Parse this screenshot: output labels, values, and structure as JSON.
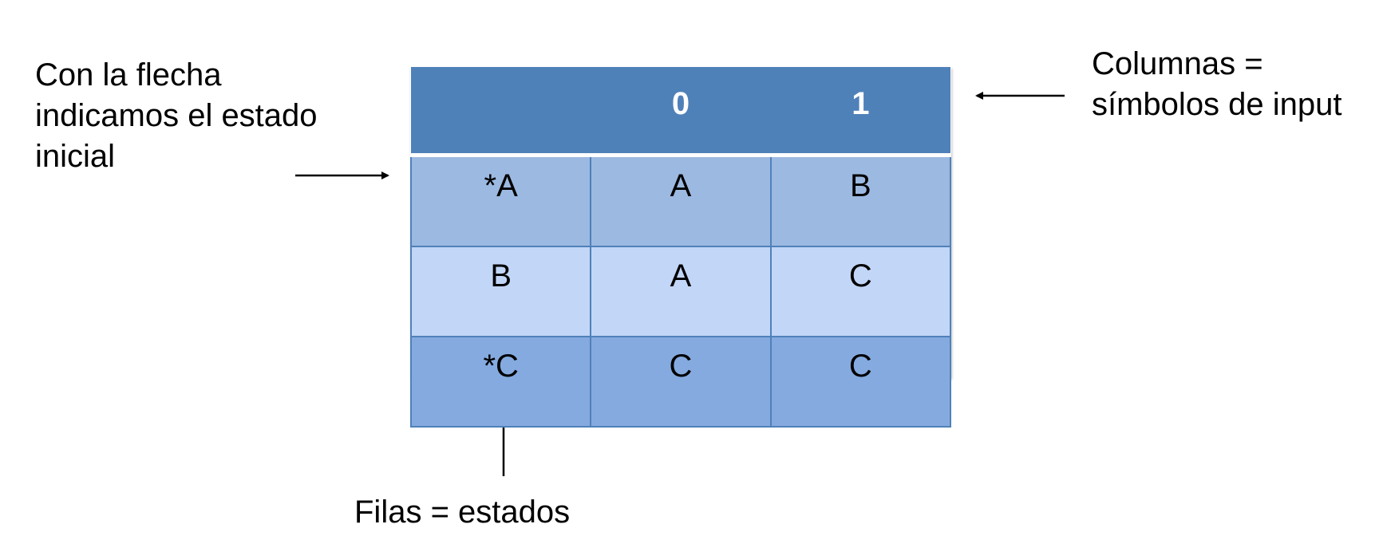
{
  "annotations": {
    "initial_state_note": [
      "Con la flecha",
      "indicamos el estado",
      "inicial"
    ],
    "columns_note": [
      "Columnas =",
      "símbolos de input"
    ],
    "rows_note": "Filas = estados"
  },
  "table": {
    "headers": [
      "",
      "0",
      "1"
    ],
    "rows": [
      [
        "*A",
        "A",
        "B"
      ],
      [
        "B",
        "A",
        "C"
      ],
      [
        "*C",
        "C",
        "C"
      ]
    ]
  },
  "colors": {
    "header": "#4f81b9",
    "row_1": "#9cb9e1",
    "row_2": "#c2d6f7",
    "row_3": "#85aadf",
    "border": "#4f81b9"
  }
}
